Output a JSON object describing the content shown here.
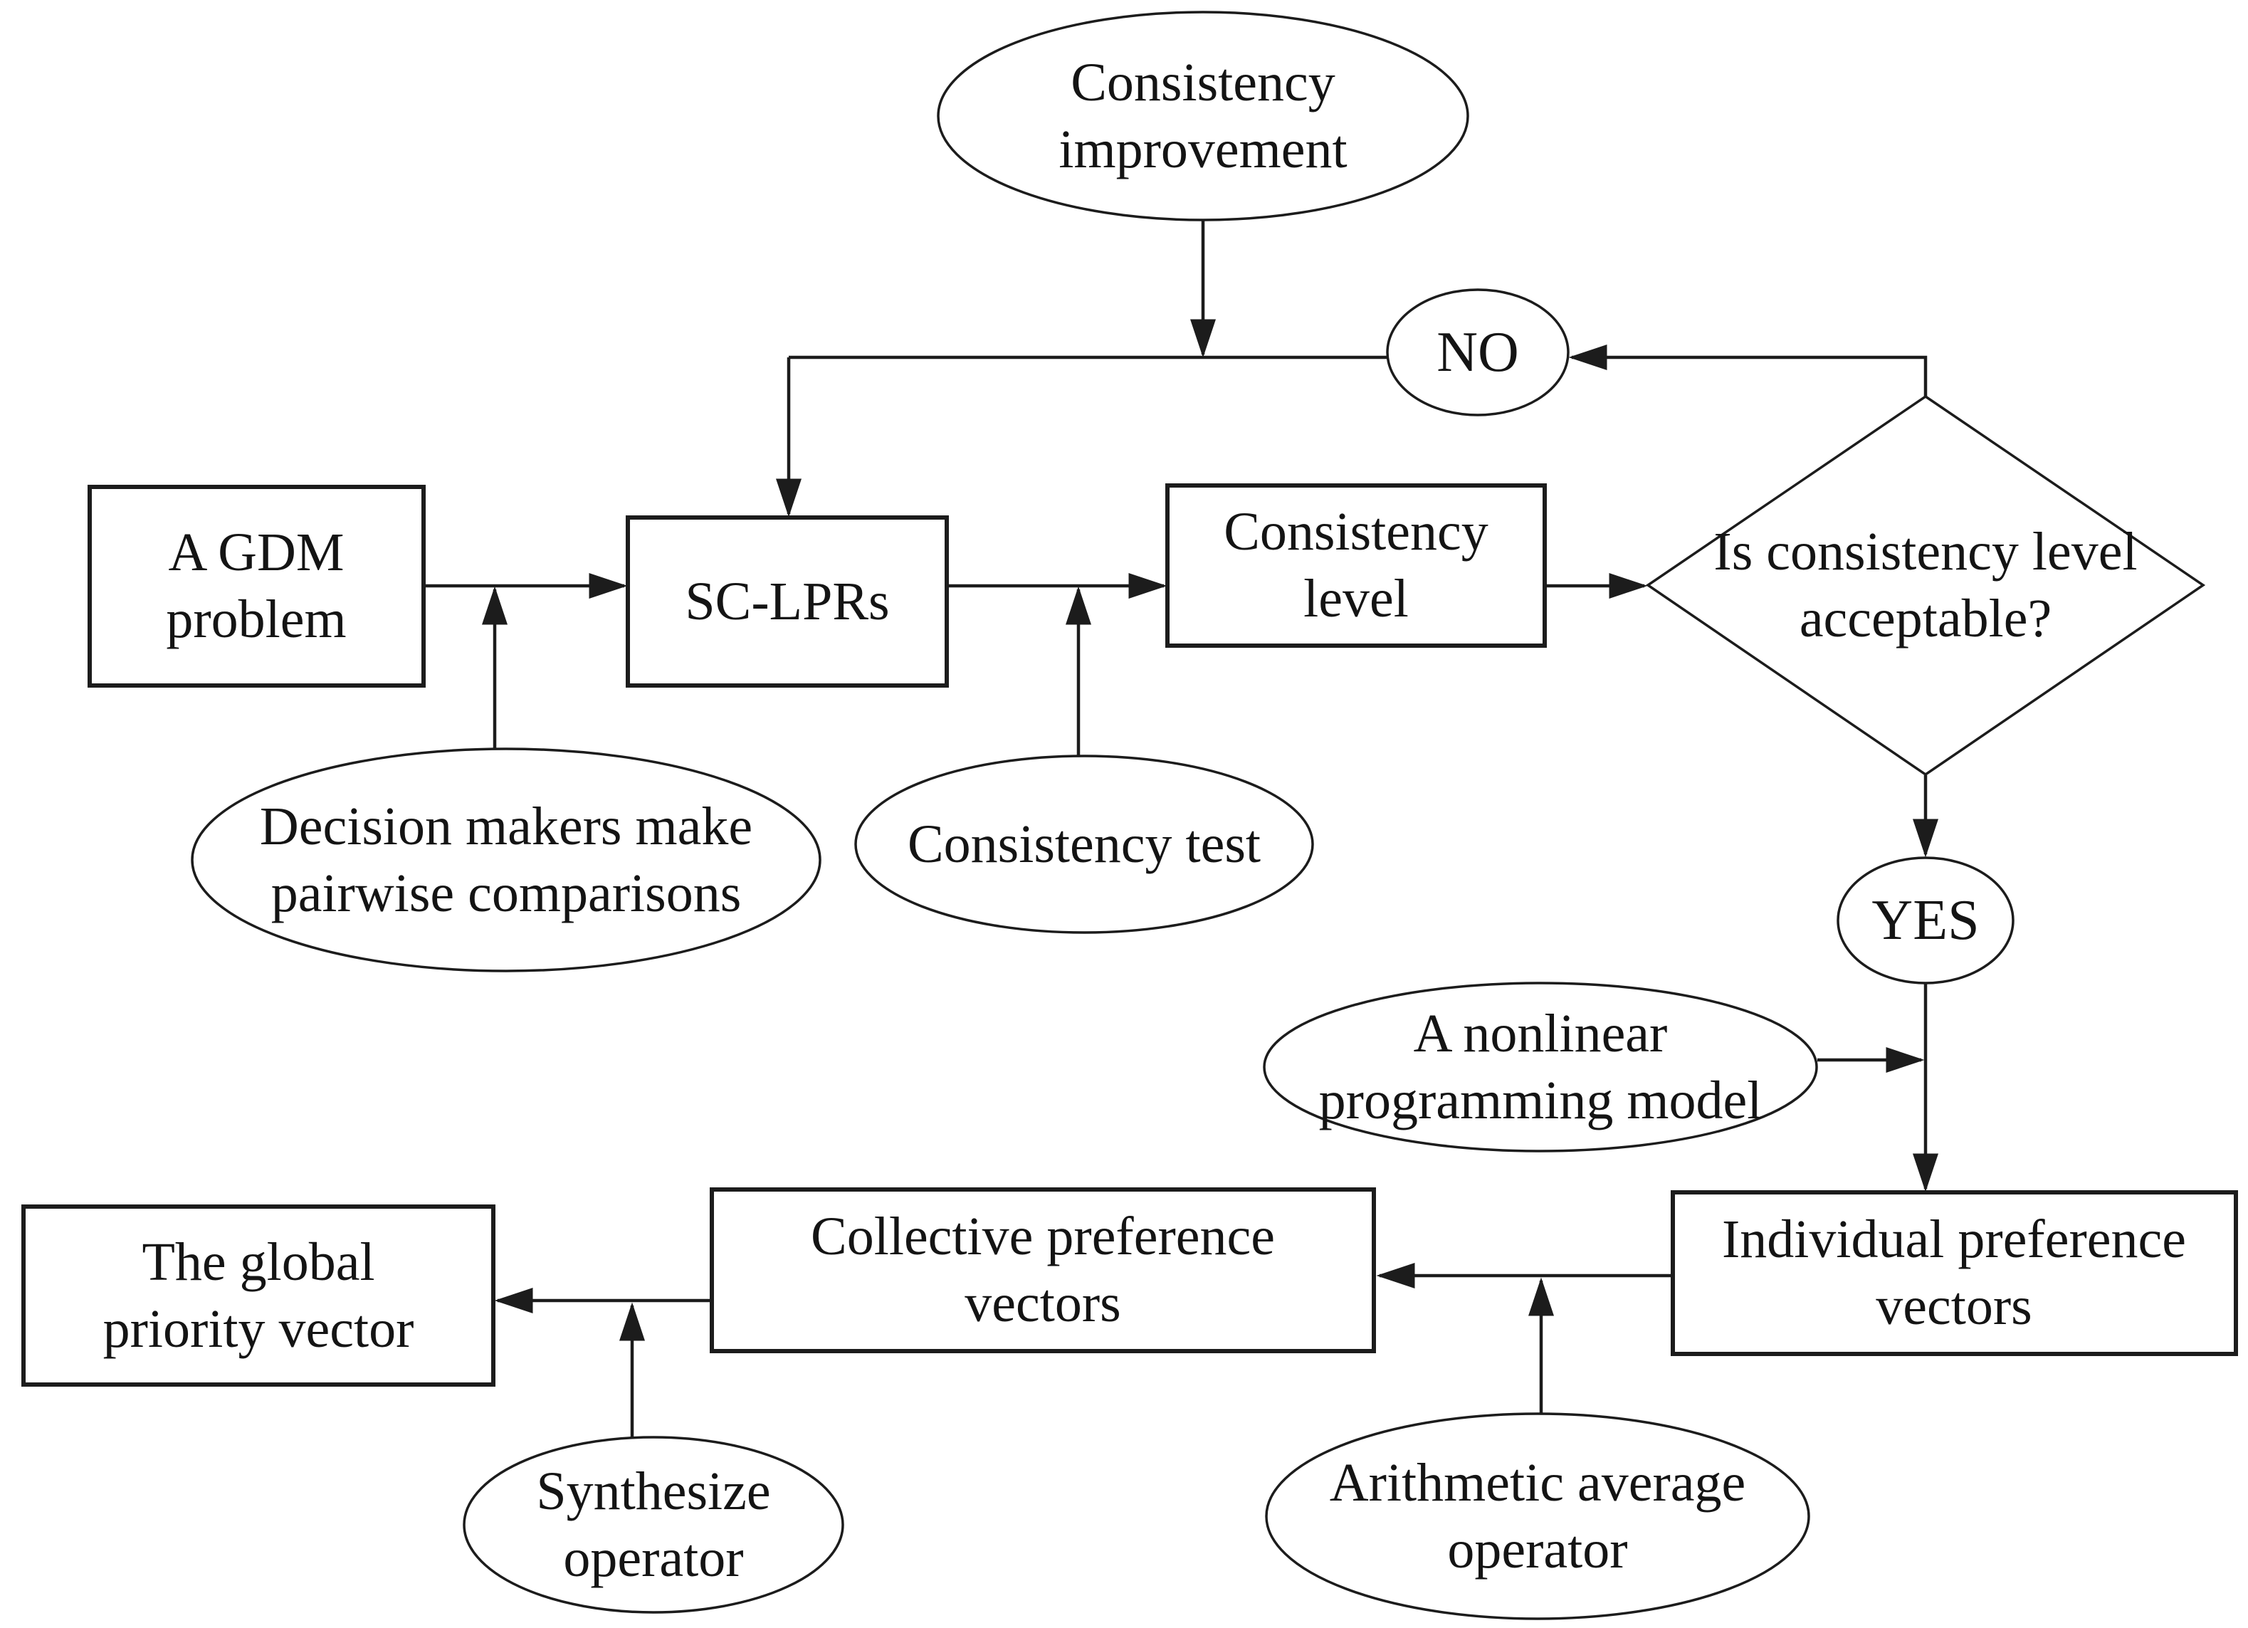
{
  "colors": {
    "background": "#ffffff",
    "stroke": "#1c1c1c",
    "text": "#141414"
  },
  "nodes": {
    "consistency_improvement": {
      "shape": "ellipse",
      "line1": "Consistency",
      "line2": "improvement"
    },
    "no_label": {
      "shape": "ellipse",
      "text": "NO"
    },
    "gdm_problem": {
      "shape": "rect",
      "line1": "A GDM",
      "line2": "problem"
    },
    "sc_lprs": {
      "shape": "rect",
      "text": "SC-LPRs"
    },
    "consistency_level": {
      "shape": "rect",
      "line1": "Consistency",
      "line2": "level"
    },
    "decision_diamond": {
      "shape": "diamond",
      "line1": "Is consistency level",
      "line2": "acceptable?"
    },
    "decision_makers": {
      "shape": "ellipse",
      "line1": "Decision makers make",
      "line2": "pairwise comparisons"
    },
    "consistency_test": {
      "shape": "ellipse",
      "text": "Consistency test"
    },
    "yes_label": {
      "shape": "ellipse",
      "text": "YES"
    },
    "nonlinear_model": {
      "shape": "ellipse",
      "line1": "A nonlinear",
      "line2": "programming model"
    },
    "individual_vectors": {
      "shape": "rect",
      "line1": "Individual preference",
      "line2": "vectors"
    },
    "collective_vectors": {
      "shape": "rect",
      "line1": "Collective preference",
      "line2": "vectors"
    },
    "global_vector": {
      "shape": "rect",
      "line1": "The global",
      "line2": "priority vector"
    },
    "synthesize_operator": {
      "shape": "ellipse",
      "line1": "Synthesize",
      "line2": "operator"
    },
    "arithmetic_operator": {
      "shape": "ellipse",
      "line1": "Arithmetic average",
      "line2": "operator"
    }
  },
  "edges": [
    {
      "from": "consistency_improvement",
      "to": "no_feedback_line"
    },
    {
      "from": "no_feedback_line",
      "to": "sc_lprs"
    },
    {
      "from": "decision_diamond",
      "to": "no_label"
    },
    {
      "from": "gdm_problem",
      "to": "sc_lprs"
    },
    {
      "from": "decision_makers",
      "to": "gdm_to_sclprs_arrow"
    },
    {
      "from": "sc_lprs",
      "to": "consistency_level"
    },
    {
      "from": "consistency_test",
      "to": "sclprs_to_level_arrow"
    },
    {
      "from": "consistency_level",
      "to": "decision_diamond"
    },
    {
      "from": "decision_diamond",
      "to": "yes_label"
    },
    {
      "from": "yes_label",
      "to": "individual_vectors"
    },
    {
      "from": "nonlinear_model",
      "to": "yes_to_individual_arrow"
    },
    {
      "from": "individual_vectors",
      "to": "collective_vectors"
    },
    {
      "from": "arithmetic_operator",
      "to": "individual_to_collective_arrow"
    },
    {
      "from": "collective_vectors",
      "to": "global_vector"
    },
    {
      "from": "synthesize_operator",
      "to": "collective_to_global_arrow"
    }
  ]
}
